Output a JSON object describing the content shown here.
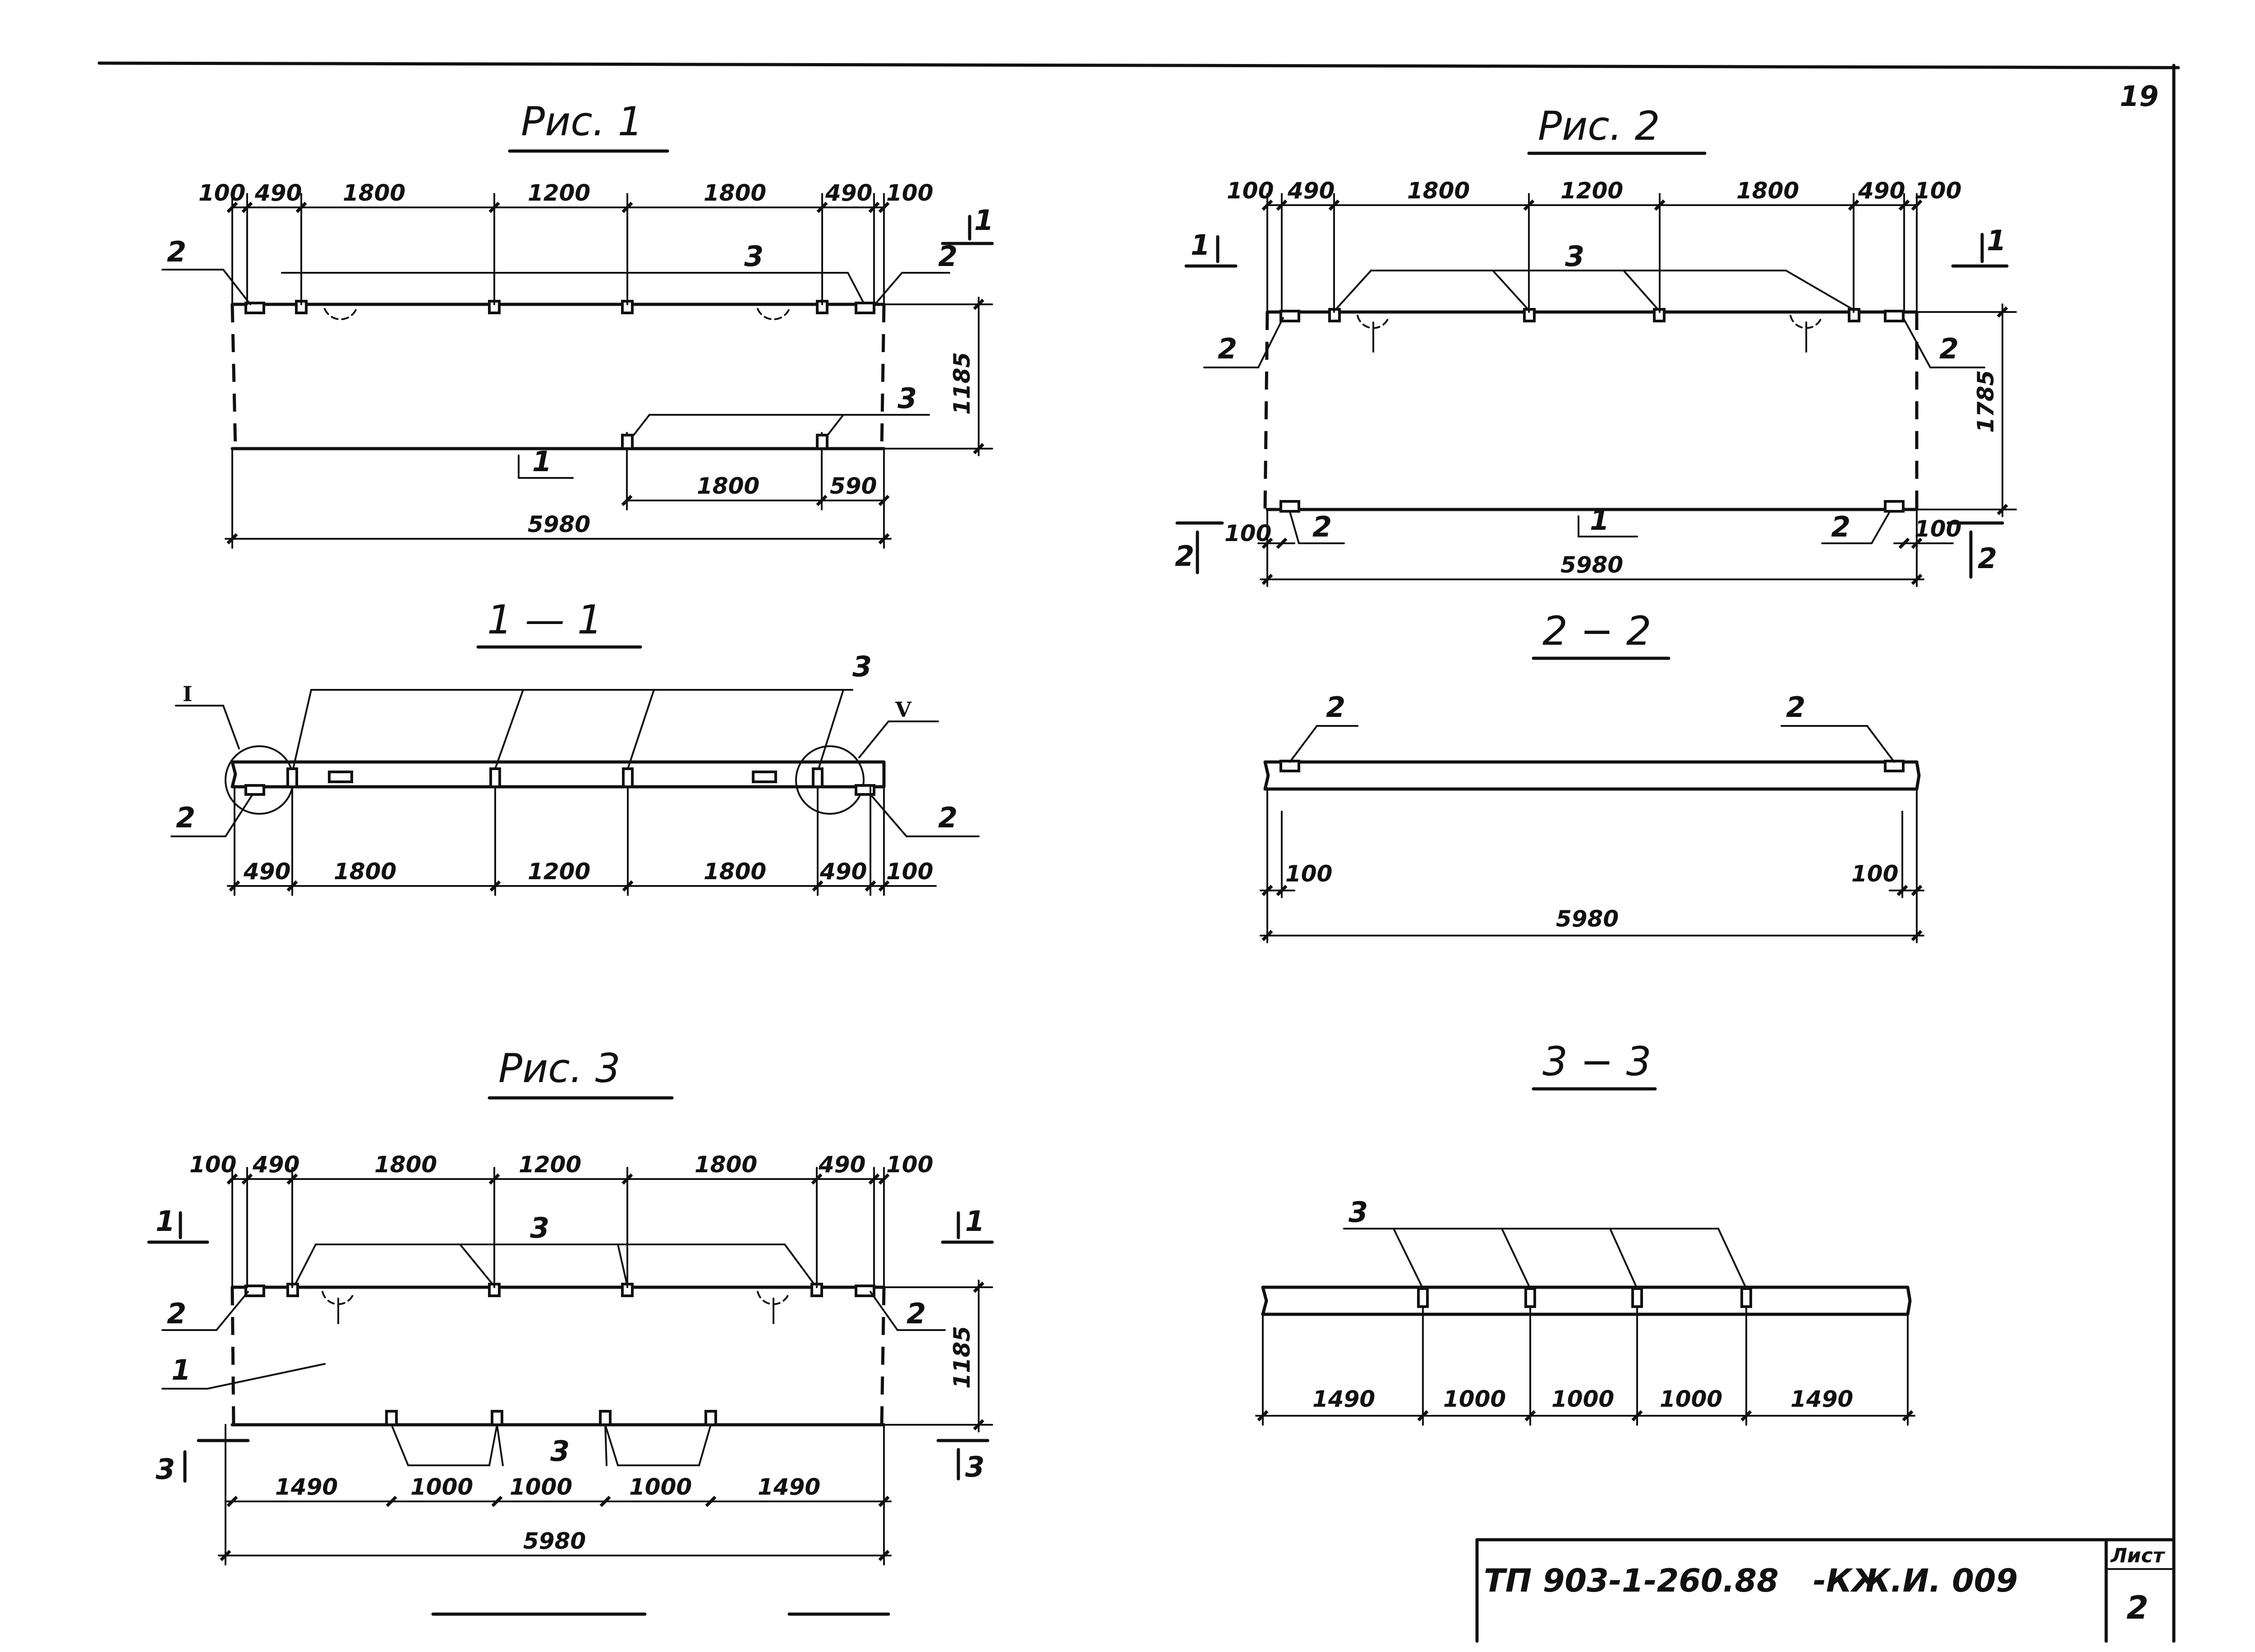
{
  "page_number": "19",
  "fig1": {
    "title": "Рис. 1",
    "top_dims": [
      "100",
      "490",
      "1800",
      "1200",
      "1800",
      "490",
      "100"
    ],
    "bottom_dims": [
      "1800",
      "590"
    ],
    "total": "5980",
    "height": "1185",
    "labels": {
      "n1": "1",
      "n2a": "2",
      "n2b": "2",
      "n3a": "3",
      "n3b": "3"
    },
    "cut": "1"
  },
  "sec11": {
    "title": "1 — 1",
    "dims": [
      "490",
      "1800",
      "1200",
      "1800",
      "490",
      "100"
    ],
    "node_left": "I",
    "node_right": "V",
    "labels": {
      "n2a": "2",
      "n2b": "2",
      "n3": "3"
    }
  },
  "fig3": {
    "title": "Рис. 3",
    "top_dims": [
      "100",
      "490",
      "1800",
      "1200",
      "1800",
      "490",
      "100"
    ],
    "bottom_dims": [
      "1490",
      "1000",
      "1000",
      "1000",
      "1490"
    ],
    "total": "5980",
    "height": "1185",
    "labels": {
      "n1": "1",
      "n2a": "2",
      "n2b": "2",
      "n3a": "3",
      "n3b": "3"
    },
    "cut1": "1",
    "cut3": "3"
  },
  "fig2": {
    "title": "Рис. 2",
    "top_dims": [
      "100",
      "490",
      "1800",
      "1200",
      "1800",
      "490",
      "100"
    ],
    "bottom_dims": [
      "100",
      "100"
    ],
    "total": "5980",
    "height": "1785",
    "labels": {
      "n1": "1",
      "n2a": "2",
      "n2b": "2",
      "n2c": "2",
      "n2d": "2",
      "n3": "3"
    },
    "cut1": "1",
    "cut2": "2"
  },
  "sec22": {
    "title": "2 − 2",
    "dims": [
      "100",
      "100"
    ],
    "total": "5980",
    "labels": {
      "n2a": "2",
      "n2b": "2"
    }
  },
  "sec33": {
    "title": "3 − 3",
    "dims": [
      "1490",
      "1000",
      "1000",
      "1000",
      "1490"
    ],
    "labels": {
      "n3": "3"
    }
  },
  "stamp": {
    "code": "ТП 903-1-260.88",
    "suffix": "-КЖ.И. 009",
    "sheet_label": "Лист",
    "sheet_number": "2"
  }
}
